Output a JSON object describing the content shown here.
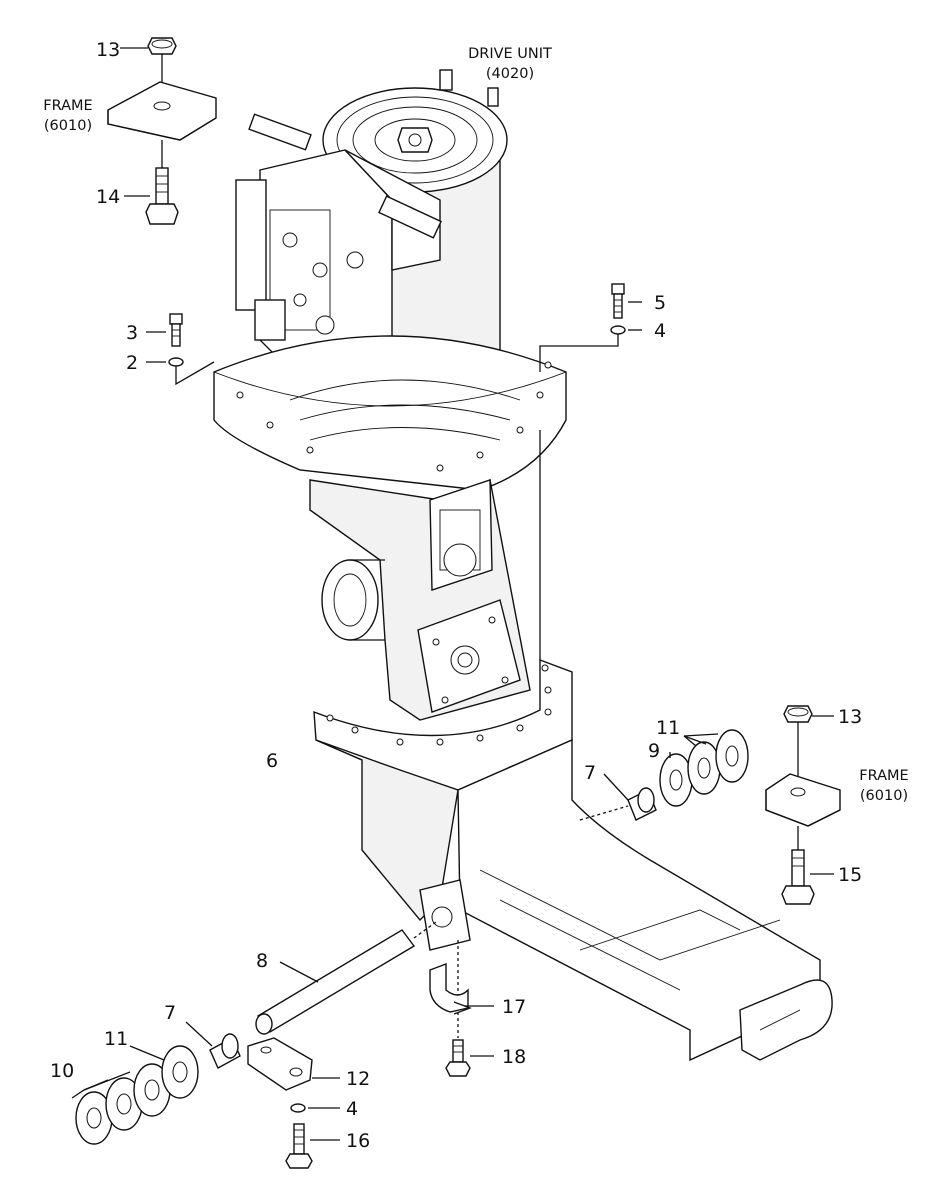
{
  "labels": {
    "drive_unit": "DRIVE UNIT",
    "drive_unit_code": "(4020)",
    "frame": "FRAME",
    "frame_code": "(6010)"
  },
  "callouts": {
    "n2": "2",
    "n3": "3",
    "n4a": "4",
    "n4b": "4",
    "n5": "5",
    "n6": "6",
    "n7a": "7",
    "n7b": "7",
    "n8": "8",
    "n9": "9",
    "n10": "10",
    "n11a": "11",
    "n11b": "11",
    "n12": "12",
    "n13a": "13",
    "n13b": "13",
    "n14": "14",
    "n15": "15",
    "n16": "16",
    "n17": "17",
    "n18": "18"
  }
}
